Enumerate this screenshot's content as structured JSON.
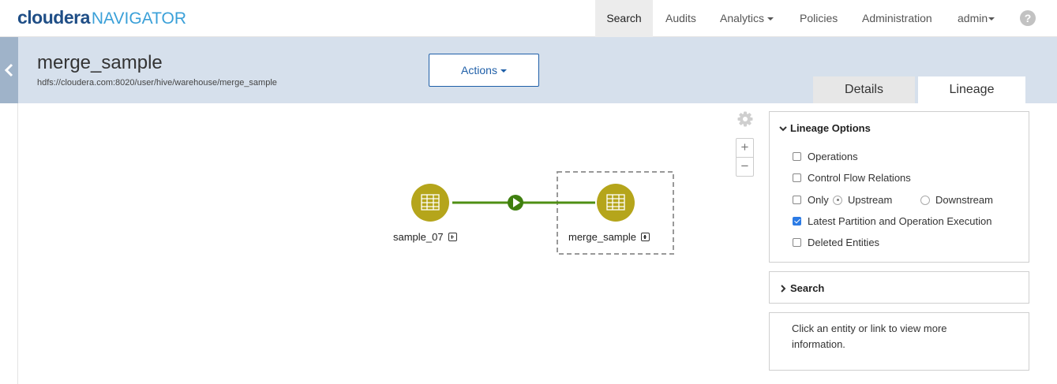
{
  "brand": {
    "name": "cloudera",
    "product": "NAVIGATOR"
  },
  "nav": {
    "search": "Search",
    "audits": "Audits",
    "analytics": "Analytics",
    "policies": "Policies",
    "administration": "Administration",
    "user": "admin",
    "help": "?"
  },
  "entity": {
    "title": "merge_sample",
    "path": "hdfs://cloudera.com:8020/user/hive/warehouse/merge_sample"
  },
  "actions_label": "Actions",
  "tabs": {
    "details": "Details",
    "lineage": "Lineage"
  },
  "graph": {
    "nodes": [
      {
        "label": "sample_07"
      },
      {
        "label": "merge_sample"
      }
    ]
  },
  "zoom": {
    "in": "+",
    "out": "−"
  },
  "lineage_options": {
    "title": "Lineage Options",
    "operations": {
      "label": "Operations",
      "checked": false
    },
    "control_flow": {
      "label": "Control Flow Relations",
      "checked": false
    },
    "only": {
      "label": "Only",
      "checked": false
    },
    "upstream": {
      "label": "Upstream",
      "selected": true
    },
    "downstream": {
      "label": "Downstream",
      "selected": false
    },
    "latest_partition": {
      "label": "Latest Partition and Operation Execution",
      "checked": true
    },
    "deleted": {
      "label": "Deleted Entities",
      "checked": false
    }
  },
  "search_panel": {
    "title": "Search"
  },
  "info": {
    "text": "Click an entity or link to view more information."
  },
  "colors": {
    "node": "#b5a51b",
    "edge": "#4f8f14",
    "accent": "#1f5fa8"
  }
}
